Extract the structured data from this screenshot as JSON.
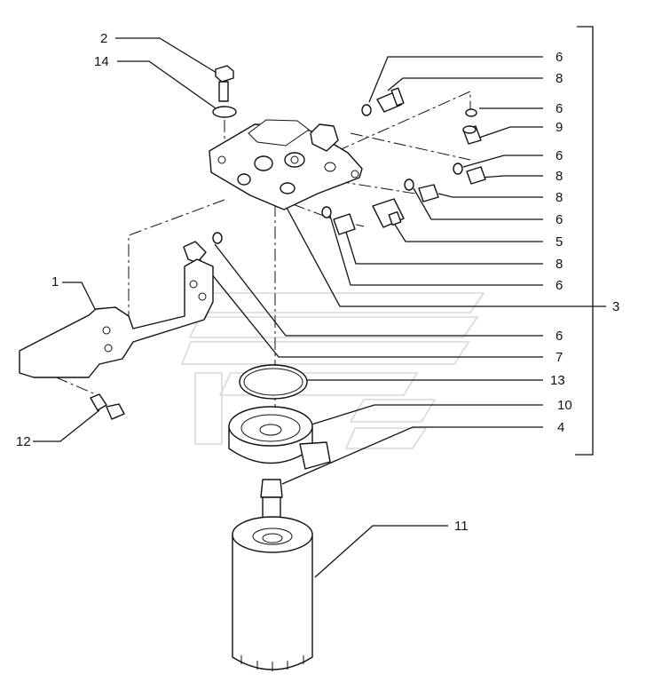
{
  "callouts": {
    "c1": "1",
    "c2": "2",
    "c14": "14",
    "c6a": "6",
    "c8a": "8",
    "c6b": "6",
    "c9": "9",
    "c6c": "6",
    "c8b": "8",
    "c8c": "8",
    "c6d": "6",
    "c5": "5",
    "c8d": "8",
    "c6e": "6",
    "c3": "3",
    "c6f": "6",
    "c7": "7",
    "c13": "13",
    "c10": "10",
    "c4": "4",
    "c12": "12",
    "c11": "11"
  }
}
